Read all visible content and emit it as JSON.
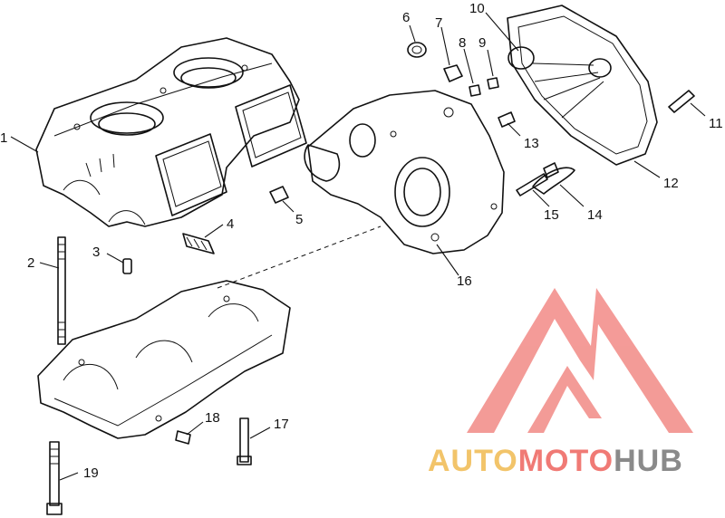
{
  "callouts": [
    {
      "id": "1",
      "text": "1"
    },
    {
      "id": "2",
      "text": "2"
    },
    {
      "id": "3",
      "text": "3"
    },
    {
      "id": "4",
      "text": "4"
    },
    {
      "id": "5",
      "text": "5"
    },
    {
      "id": "6",
      "text": "6"
    },
    {
      "id": "7",
      "text": "7"
    },
    {
      "id": "8",
      "text": "8"
    },
    {
      "id": "9",
      "text": "9"
    },
    {
      "id": "10",
      "text": "10"
    },
    {
      "id": "11",
      "text": "11"
    },
    {
      "id": "12",
      "text": "12"
    },
    {
      "id": "13",
      "text": "13"
    },
    {
      "id": "14",
      "text": "14"
    },
    {
      "id": "15",
      "text": "15"
    },
    {
      "id": "16",
      "text": "16"
    },
    {
      "id": "17",
      "text": "17"
    },
    {
      "id": "18",
      "text": "18"
    },
    {
      "id": "19",
      "text": "19"
    }
  ],
  "watermark": {
    "part1": "AUTO",
    "part2": "MOTO",
    "part3": "HUB",
    "color_auto": "#f2c46a",
    "color_moto": "#f07a75",
    "color_hub": "#8a8a8a",
    "logo_color": "#f07a75"
  }
}
